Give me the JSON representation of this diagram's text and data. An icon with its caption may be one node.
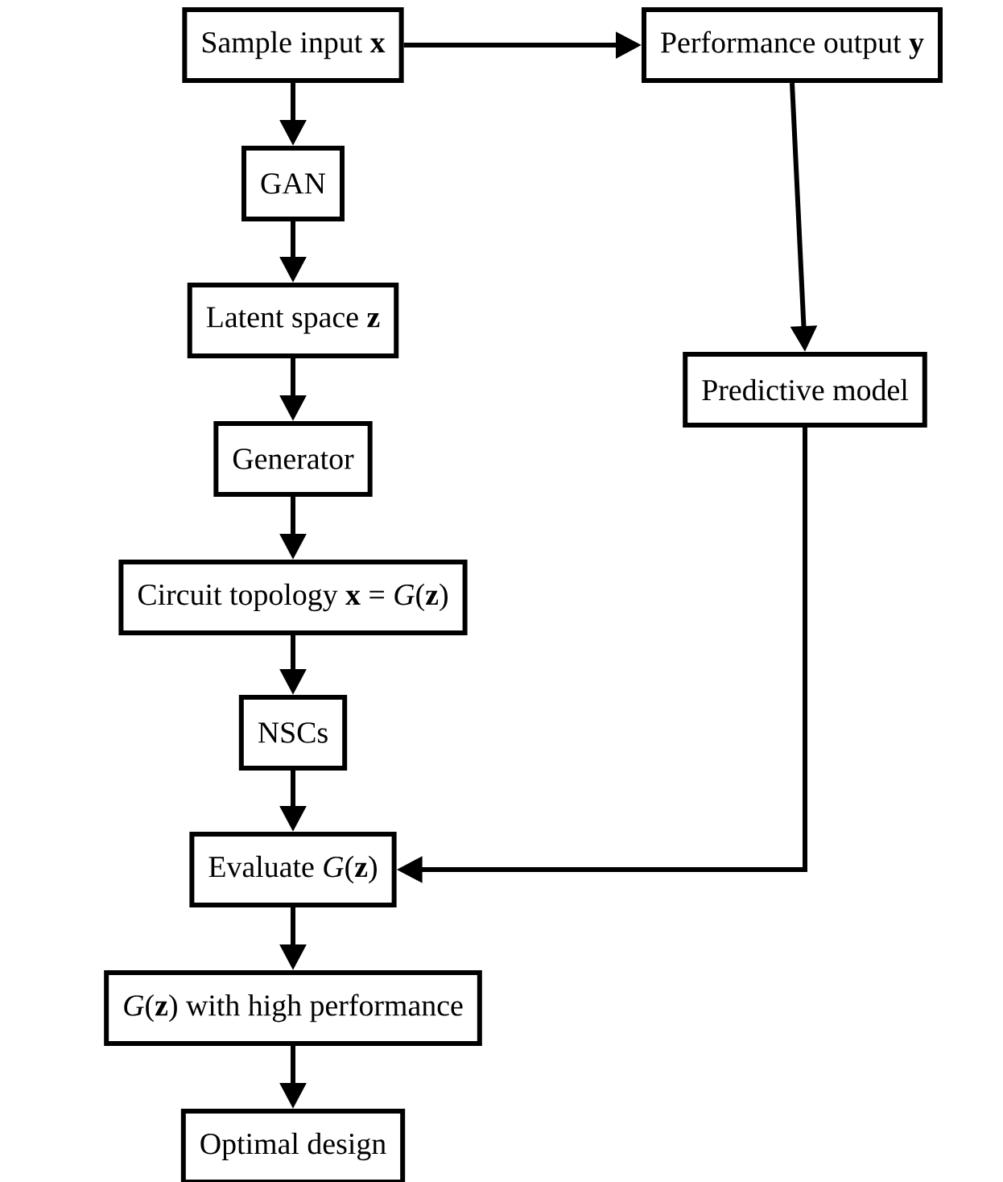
{
  "diagram": {
    "nodes": [
      {
        "text": [
          "Sample input **x**"
        ]
      },
      {
        "text": [
          "Performance output **y**"
        ]
      },
      {
        "text": [
          "GAN"
        ]
      },
      {
        "text": [
          "Latent space **z**"
        ]
      },
      {
        "text": [
          "Predictive model"
        ]
      },
      {
        "text": [
          "Generator"
        ]
      },
      {
        "text": [
          "Circuit topology **x** = *G*(**z**)"
        ]
      },
      {
        "text": [
          "NSCs"
        ]
      },
      {
        "text": [
          "Evaluate *G*(**z**)"
        ]
      },
      {
        "text": [
          "*G*(**z**) with high performance"
        ]
      },
      {
        "text": [
          "Optimal design"
        ]
      }
    ],
    "edges": [
      {
        "from": 0,
        "to": 1,
        "arrow": "to"
      },
      {
        "from": 0,
        "to": 2,
        "arrow": "to"
      },
      {
        "from": 2,
        "to": 3,
        "arrow": "to"
      },
      {
        "from": 1,
        "to": 4,
        "arrow": "to"
      },
      {
        "from": 3,
        "to": 5,
        "arrow": "to"
      },
      {
        "from": 5,
        "to": 6,
        "arrow": "to"
      },
      {
        "from": 6,
        "to": 7,
        "arrow": "to"
      },
      {
        "from": 7,
        "to": 8,
        "arrow": "to"
      },
      {
        "from": 4,
        "to": 8,
        "arrow": "to"
      },
      {
        "from": 8,
        "to": 9,
        "arrow": "to"
      },
      {
        "from": 9,
        "to": 10,
        "arrow": "to"
      }
    ]
  }
}
